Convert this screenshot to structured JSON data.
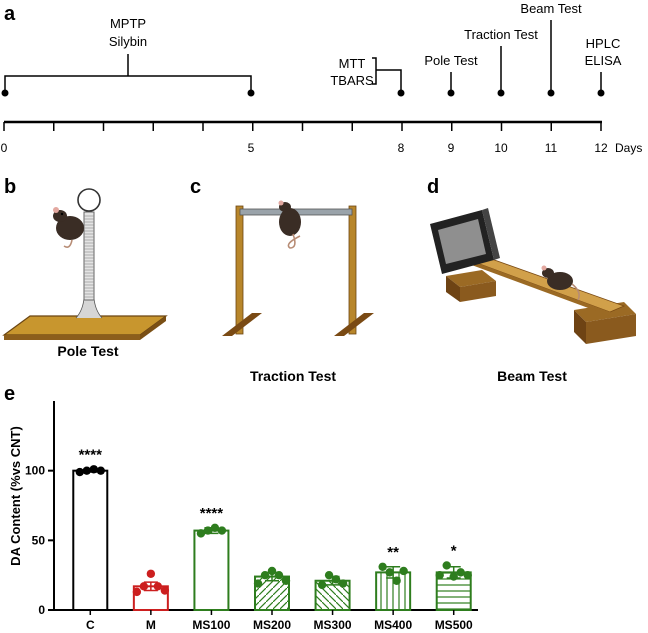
{
  "panels": {
    "a": "a",
    "b": "b",
    "c": "c",
    "d": "d",
    "e": "e"
  },
  "timeline": {
    "treatment_lines": [
      "MPTP",
      "Silybin"
    ],
    "assay_lines": [
      "MTT",
      "TBARS"
    ],
    "events": [
      {
        "day": 9,
        "label": "Pole Test"
      },
      {
        "day": 10,
        "label": "Traction Test"
      },
      {
        "day": 11,
        "label": "Beam Test"
      }
    ],
    "end_lines": [
      "HPLC",
      "ELISA"
    ],
    "tick_labels": [
      "0",
      "5",
      "8",
      "9",
      "10",
      "11",
      "12"
    ],
    "tick_days": [
      0,
      5,
      8,
      9,
      10,
      11,
      12
    ],
    "unit": "Days",
    "day_max": 12
  },
  "captions": {
    "b": "Pole Test",
    "c": "Traction Test",
    "d": "Beam Test"
  },
  "colors": {
    "black": "#000000",
    "red": "#cc1f1f",
    "green": "#2e7d1e",
    "wood": "#b8862b",
    "wood_dark": "#7a4a14",
    "box": "#8a5a1e"
  },
  "chart_data": {
    "type": "bar",
    "categories": [
      "C",
      "M",
      "MS100",
      "MS200",
      "MS300",
      "MS400",
      "MS500"
    ],
    "values": [
      100,
      17,
      57,
      24,
      21,
      27,
      27
    ],
    "errors": [
      1,
      3,
      2,
      3,
      3,
      4,
      4
    ],
    "points": [
      [
        99,
        100,
        101,
        100
      ],
      [
        13,
        17,
        26,
        17,
        14
      ],
      [
        55,
        57,
        59,
        57
      ],
      [
        19,
        25,
        28,
        25,
        21
      ],
      [
        18,
        25,
        22,
        19
      ],
      [
        31,
        27,
        21,
        28
      ],
      [
        25,
        32,
        24,
        27,
        25
      ]
    ],
    "significance": [
      "****",
      "",
      "****",
      "",
      "",
      "**",
      "*"
    ],
    "bar_colors": [
      "#000000",
      "#cc1f1f",
      "#2e7d1e",
      "#2e7d1e",
      "#2e7d1e",
      "#2e7d1e",
      "#2e7d1e"
    ],
    "fill_patterns": [
      "none",
      "none",
      "none",
      "diagonal-up",
      "diagonal-down",
      "vertical",
      "horizontal"
    ],
    "ylabel": "DA Content (%vs CNT)",
    "yticks": [
      0,
      50,
      100
    ],
    "ylim": [
      0,
      150
    ]
  }
}
